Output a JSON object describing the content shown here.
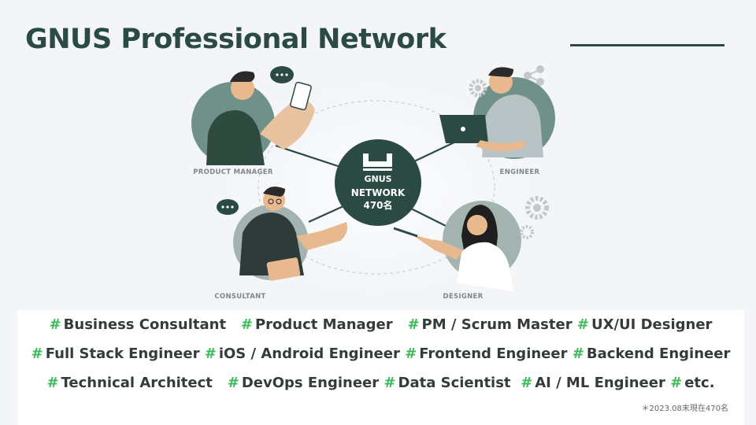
{
  "title": "GNUS Professional Network",
  "hub": {
    "logo_text": "GNUS",
    "line1": "NETWORK",
    "line2": "470名"
  },
  "roles": {
    "product_manager": "PRODUCT MANAGER",
    "engineer": "ENGINEER",
    "consultant": "CONSULTANT",
    "designer": "DESIGNER"
  },
  "tags": {
    "hash_symbol": "#",
    "line1": [
      "Business Consultant",
      "Product Manager",
      "PM / Scrum Master",
      "UX/UI Designer"
    ],
    "line2": [
      "Full Stack Engineer",
      "iOS / Android Engineer",
      "Frontend Engineer",
      "Backend Engineer"
    ],
    "line3": [
      "Technical Architect",
      "DevOps Engineer",
      "Data Scientist",
      "AI / ML Engineer",
      "etc."
    ]
  },
  "footnote": "＊2023.08末現在470名",
  "colors": {
    "dark_green": "#2c4a44",
    "circle_bg": "#6f9189",
    "circle_light": "#a3b3b0",
    "hash_green": "#3cba57"
  }
}
